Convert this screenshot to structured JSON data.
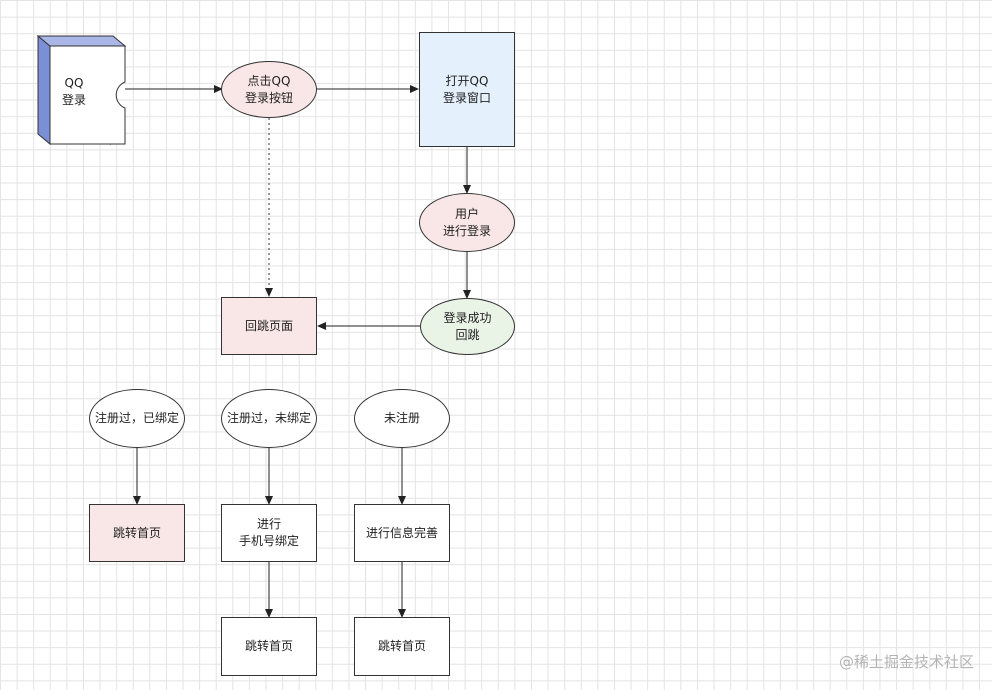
{
  "diagram": {
    "nodes": {
      "qq_login": "QQ\n登录",
      "click_qq_button": "点击QQ\n登录按钮",
      "open_qq_window": "打开QQ\n登录窗口",
      "user_login": "用户\n进行登录",
      "login_success_callback": "登录成功\n回跳",
      "callback_page": "回跳页面",
      "registered_bound": "注册过，已绑定",
      "registered_unbound": "注册过，未绑定",
      "not_registered": "未注册",
      "goto_home_1": "跳转首页",
      "bind_phone": "进行\n手机号绑定",
      "complete_info": "进行信息完善",
      "goto_home_2": "跳转首页",
      "goto_home_3": "跳转首页"
    },
    "colors": {
      "pink_fill": "#f8e7e6",
      "blue_fill": "#e4f0fc",
      "green_fill": "#e9f3e6",
      "card_front": "#ffffff",
      "card_side": "#7a8fd6",
      "stroke": "#333333"
    }
  },
  "watermark": "@稀土掘金技术社区"
}
